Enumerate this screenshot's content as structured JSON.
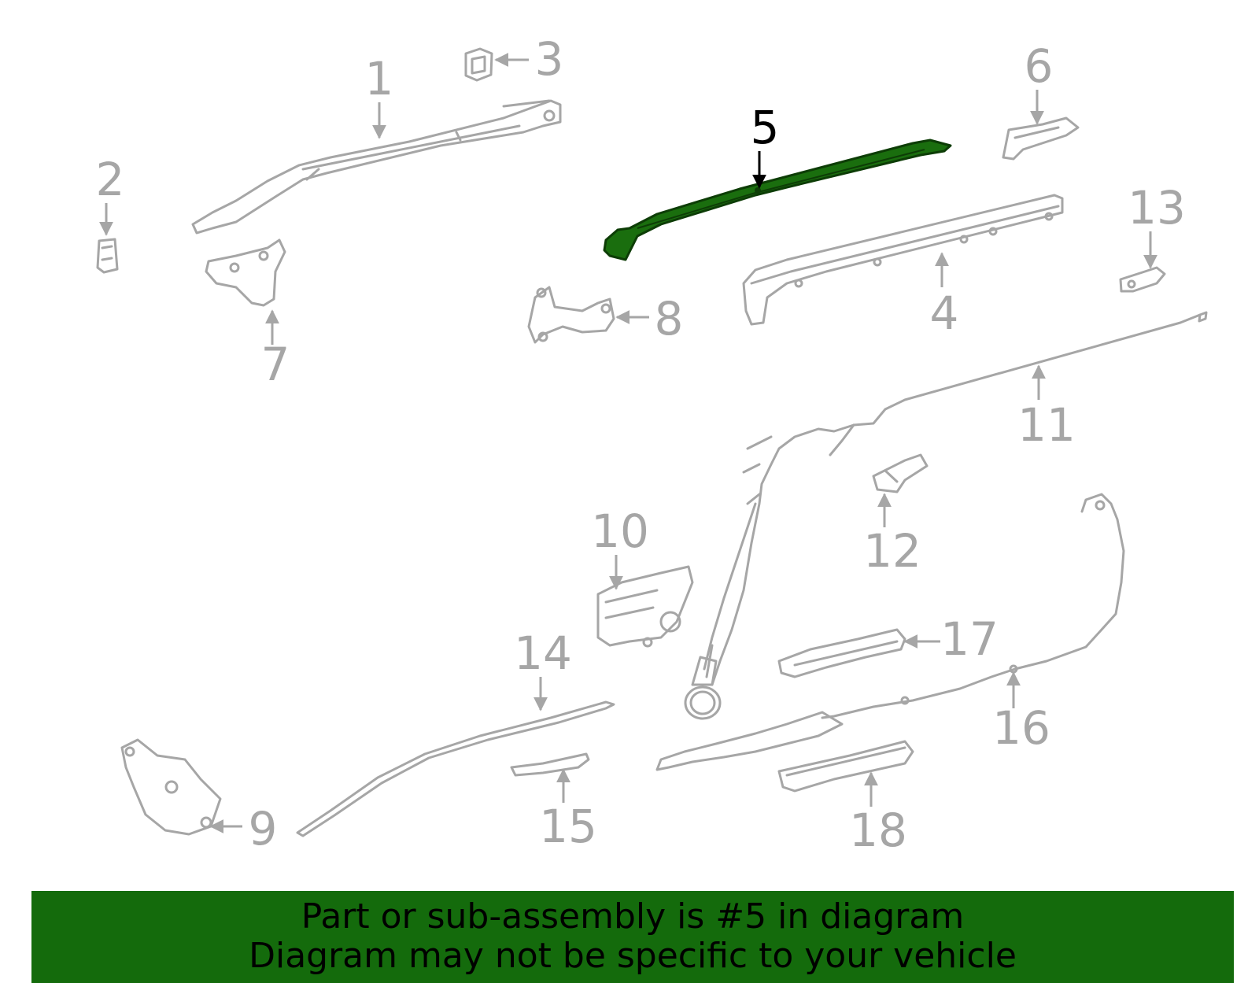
{
  "diagram": {
    "highlighted_part": "5",
    "callouts": [
      "1",
      "2",
      "3",
      "4",
      "5",
      "6",
      "7",
      "8",
      "9",
      "10",
      "11",
      "12",
      "13",
      "14",
      "15",
      "16",
      "17",
      "18"
    ]
  },
  "banner": {
    "line1": "Part or sub-assembly is #5 in diagram",
    "line2": "Diagram may not be specific to your vehicle",
    "color": "#146b0c"
  }
}
